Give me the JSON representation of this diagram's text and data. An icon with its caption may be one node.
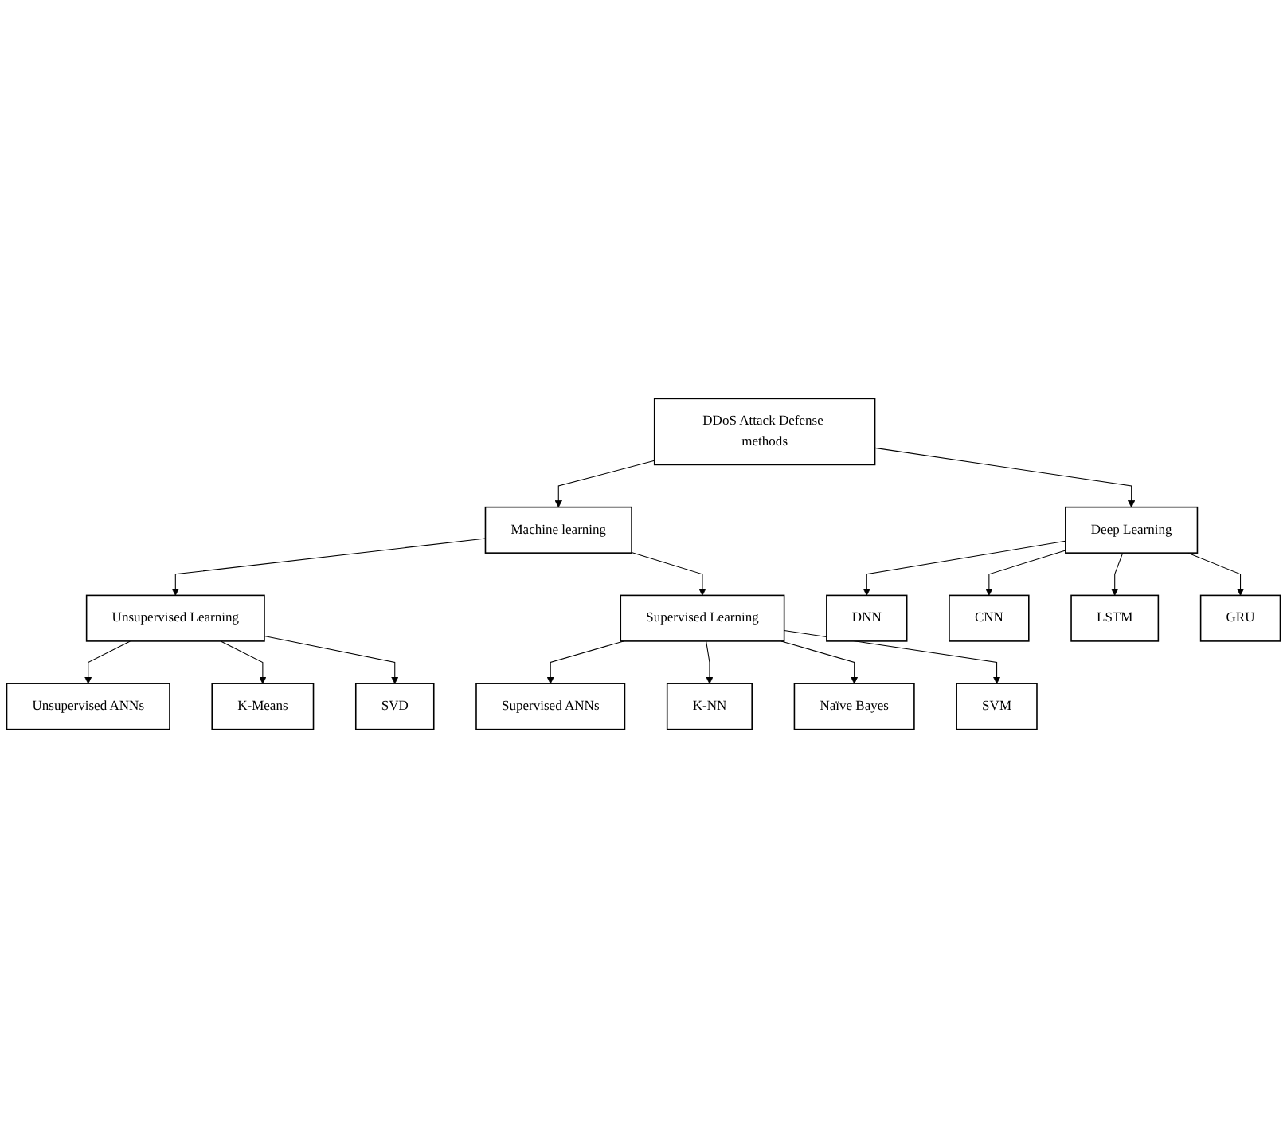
{
  "diagram": {
    "nodes": [
      {
        "text": [
          "DDoS Attack Defense methods"
        ]
      },
      {
        "text": [
          "Machine learning"
        ]
      },
      {
        "text": [
          "Deep Learning"
        ]
      },
      {
        "text": [
          "Unsupervised Learning"
        ]
      },
      {
        "text": [
          "Supervised Learning"
        ]
      },
      {
        "text": [
          "Unsupervised ANNs"
        ]
      },
      {
        "text": [
          "K-Means"
        ]
      },
      {
        "text": [
          "SVD"
        ]
      },
      {
        "text": [
          "Supervised ANNs"
        ]
      },
      {
        "text": [
          "K-NN"
        ]
      },
      {
        "text": [
          "Naïve Bayes"
        ]
      },
      {
        "text": [
          "SVM"
        ]
      },
      {
        "text": [
          "DNN"
        ]
      },
      {
        "text": [
          "CNN"
        ]
      },
      {
        "text": [
          "LSTM"
        ]
      },
      {
        "text": [
          "GRU"
        ]
      }
    ],
    "edges": [
      {
        "from": 0,
        "to": 1,
        "arrow": "to"
      },
      {
        "from": 0,
        "to": 2,
        "arrow": "to"
      },
      {
        "from": 1,
        "to": 3,
        "arrow": "to"
      },
      {
        "from": 1,
        "to": 4,
        "arrow": "to"
      },
      {
        "from": 3,
        "to": 5,
        "arrow": "to"
      },
      {
        "from": 3,
        "to": 6,
        "arrow": "to"
      },
      {
        "from": 3,
        "to": 7,
        "arrow": "to"
      },
      {
        "from": 4,
        "to": 8,
        "arrow": "to"
      },
      {
        "from": 4,
        "to": 9,
        "arrow": "to"
      },
      {
        "from": 4,
        "to": 10,
        "arrow": "to"
      },
      {
        "from": 4,
        "to": 11,
        "arrow": "to"
      },
      {
        "from": 2,
        "to": 12,
        "arrow": "to"
      },
      {
        "from": 2,
        "to": 13,
        "arrow": "to"
      },
      {
        "from": 2,
        "to": 14,
        "arrow": "to"
      },
      {
        "from": 2,
        "to": 15,
        "arrow": "to"
      }
    ]
  }
}
